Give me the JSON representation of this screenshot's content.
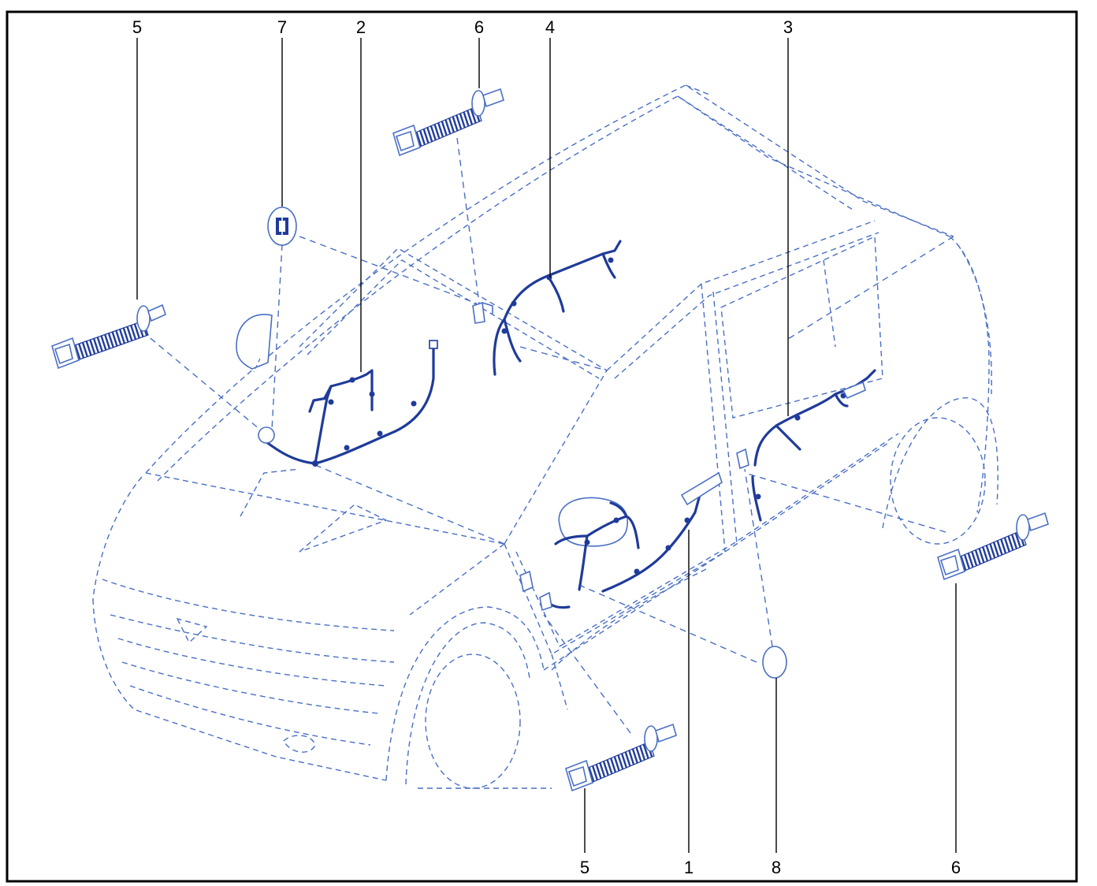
{
  "diagram": {
    "type": "exploded-assembly",
    "colors": {
      "vehicle_outline": "#4a6fc4",
      "harness": "#1f3b9a",
      "border": "#000000",
      "callout": "#000000"
    },
    "callouts": [
      {
        "id": "c5a",
        "label": "5"
      },
      {
        "id": "c7",
        "label": "7"
      },
      {
        "id": "c2",
        "label": "2"
      },
      {
        "id": "c6a",
        "label": "6"
      },
      {
        "id": "c4",
        "label": "4"
      },
      {
        "id": "c3",
        "label": "3"
      },
      {
        "id": "c5b",
        "label": "5"
      },
      {
        "id": "c1",
        "label": "1"
      },
      {
        "id": "c8",
        "label": "8"
      },
      {
        "id": "c6b",
        "label": "6"
      }
    ],
    "parts": [
      {
        "callout": "1",
        "kind": "harness",
        "icon": "front-door-harness-icon"
      },
      {
        "callout": "2",
        "kind": "harness",
        "icon": "front-door-harness-icon"
      },
      {
        "callout": "3",
        "kind": "harness",
        "icon": "rear-door-harness-icon"
      },
      {
        "callout": "4",
        "kind": "harness",
        "icon": "rear-door-harness-icon"
      },
      {
        "callout": "5",
        "kind": "bellows-grommet",
        "icon": "grommet-bellows-icon"
      },
      {
        "callout": "6",
        "kind": "bellows-grommet",
        "icon": "grommet-bellows-icon"
      },
      {
        "callout": "7",
        "kind": "plug",
        "icon": "blanking-plug-icon"
      },
      {
        "callout": "8",
        "kind": "plug",
        "icon": "blanking-plug-icon"
      }
    ]
  }
}
